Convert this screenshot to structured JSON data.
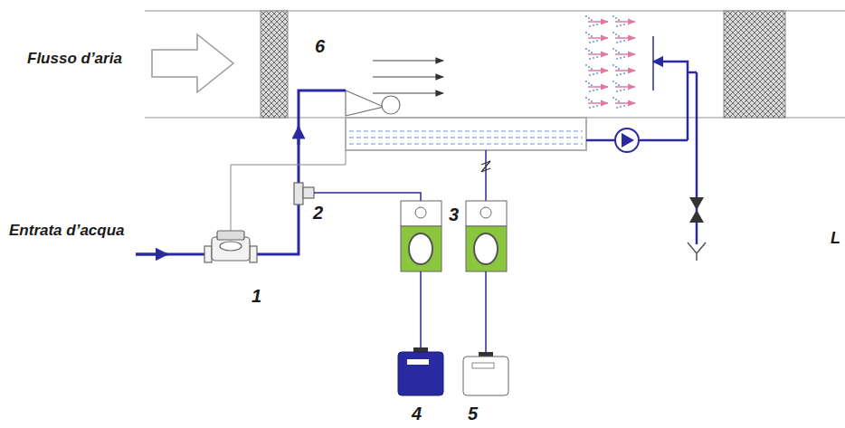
{
  "diagram": {
    "labels": [
      "Flusso d’aria",
      "6",
      "Entrata d’acqua",
      "2",
      "3",
      "1",
      "4",
      "5",
      "L"
    ]
  }
}
